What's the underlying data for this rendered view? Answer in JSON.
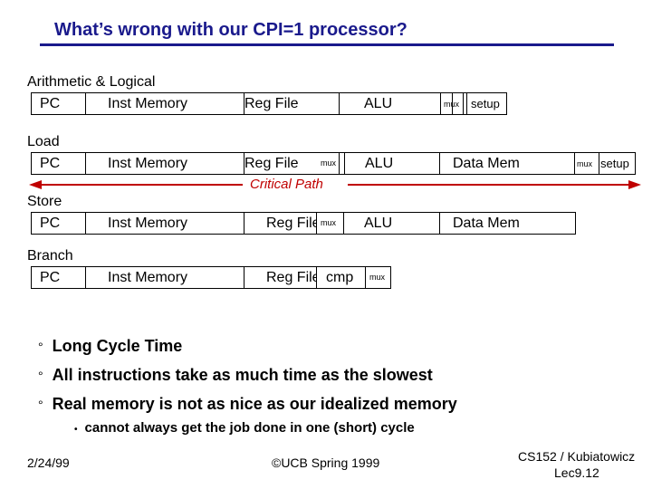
{
  "slide": {
    "title": "What’s wrong with our CPI=1 processor?",
    "colors": {
      "title": "#1a1a8c",
      "critical_path": "#c00000"
    }
  },
  "rows": [
    {
      "heading": "Arithmetic & Logical",
      "cells": [
        "PC",
        "Inst Memory",
        "Reg File",
        "mux",
        "ALU",
        "mux",
        "setup"
      ]
    },
    {
      "heading": "Load",
      "cells": [
        "PC",
        "Inst Memory",
        "Reg File",
        "mux",
        "ALU",
        "Data Mem",
        "mux",
        "setup"
      ]
    },
    {
      "heading": "Store",
      "cells": [
        "PC",
        "Inst Memory",
        "Reg File",
        "mux",
        "ALU",
        "Data Mem"
      ]
    },
    {
      "heading": "Branch",
      "cells": [
        "PC",
        "Inst Memory",
        "Reg File",
        "cmp",
        "mux"
      ]
    }
  ],
  "critical_path": {
    "label": "Critical Path"
  },
  "bullets": [
    "Long Cycle Time",
    "All instructions take as much time as the slowest",
    "Real memory is not as nice as our idealized memory"
  ],
  "sub_bullet": "cannot always get the job done in one (short) cycle",
  "footer": {
    "date": "2/24/99",
    "copyright": "©UCB Spring 1999",
    "course": "CS152 / Kubiatowicz",
    "lecture": "Lec9.12"
  }
}
